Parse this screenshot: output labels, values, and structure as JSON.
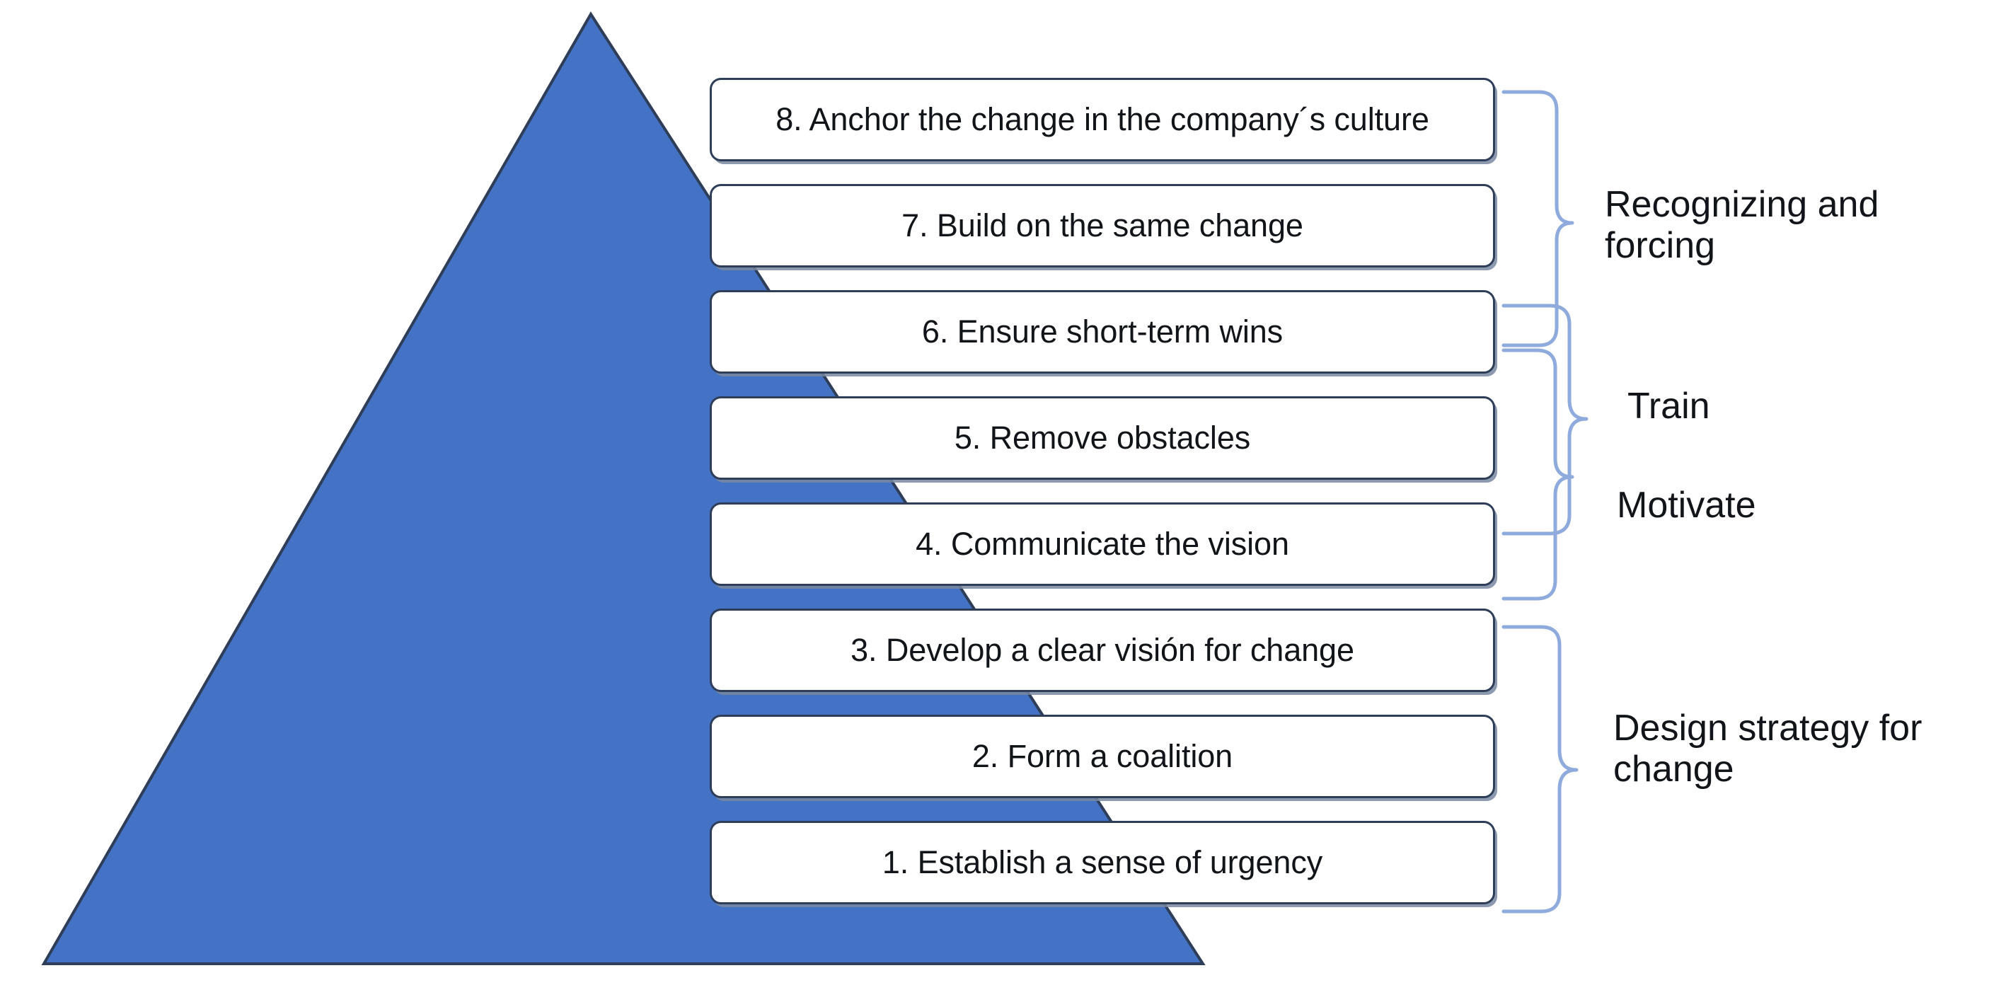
{
  "diagram": {
    "title": "Kotter 8-Step Change Model Pyramid",
    "colors": {
      "pyramid_fill": "#4472c4",
      "pyramid_stroke": "#2e3d58",
      "box_fill": "#ffffff",
      "box_stroke": "#2e3d58",
      "box_shadow": "#7887a0",
      "brace_stroke": "#8faadc",
      "text": "#111418"
    },
    "steps": [
      {
        "id": 8,
        "label": "8. Anchor the change in the company´s culture"
      },
      {
        "id": 7,
        "label": "7. Build on the same change"
      },
      {
        "id": 6,
        "label": "6. Ensure short-term wins"
      },
      {
        "id": 5,
        "label": "5. Remove obstacles"
      },
      {
        "id": 4,
        "label": "4. Communicate the vision"
      },
      {
        "id": 3,
        "label": "3. Develop a clear visión for change"
      },
      {
        "id": 2,
        "label": "2. Form a coalition"
      },
      {
        "id": 1,
        "label": "1. Establish a sense of urgency"
      }
    ],
    "groups": [
      {
        "key": "recognizing-and-forcing",
        "label": "Recognizing and\nforcing",
        "covers_steps": [
          8,
          7
        ]
      },
      {
        "key": "train",
        "label": "Train",
        "covers_steps": [
          6,
          5
        ]
      },
      {
        "key": "motivate",
        "label": "Motivate",
        "covers_steps": [
          5,
          4
        ]
      },
      {
        "key": "design-strategy-for-change",
        "label": "Design strategy for\nchange",
        "covers_steps": [
          3,
          2,
          1
        ]
      }
    ]
  }
}
